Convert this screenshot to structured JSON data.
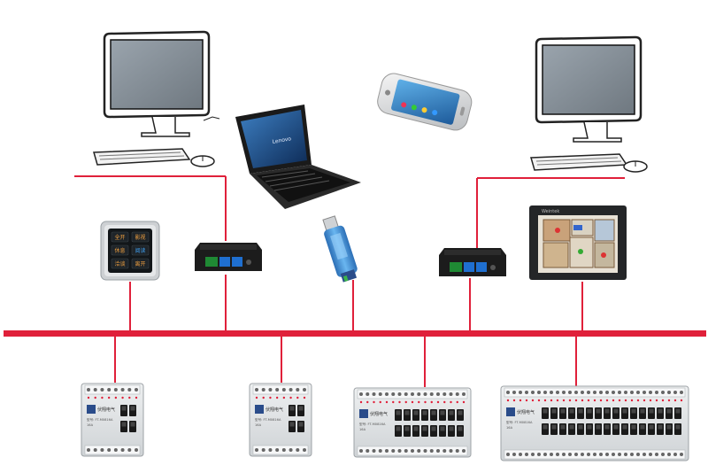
{
  "colors": {
    "bus": "#e0203a",
    "wire": "#e0203a",
    "background": "#ffffff",
    "screen": "#8c96a0",
    "panel_bg": "#d8dadc",
    "key_bg": "#101418",
    "key_text_orange": "#f0a040",
    "key_text_blue": "#40a0f0",
    "module_body": "#e4e6e8",
    "usb_body": "#3a8ad0"
  },
  "panel_keys": [
    {
      "label": "全开",
      "color": "orange"
    },
    {
      "label": "影视",
      "color": "orange"
    },
    {
      "label": "休息",
      "color": "orange"
    },
    {
      "label": "阅读",
      "color": "blue"
    },
    {
      "label": "洽谈",
      "color": "orange"
    },
    {
      "label": "离开",
      "color": "orange"
    }
  ],
  "laptop": {
    "brand": "Lenovo"
  },
  "touchscreen": {
    "brand": "Weintek"
  },
  "modules": [
    {
      "brand": "伏翔电气",
      "model": "型号: FT-M0816A",
      "spec": "16A"
    },
    {
      "brand": "伏翔电气",
      "model": "型号: FT-M0816A",
      "spec": "16A"
    },
    {
      "brand": "伏翔电气",
      "model": "型号: FT-M0816A",
      "spec": "16A"
    },
    {
      "brand": "伏翔电气",
      "model": "型号: FT-M0816A",
      "spec": "16A"
    }
  ]
}
